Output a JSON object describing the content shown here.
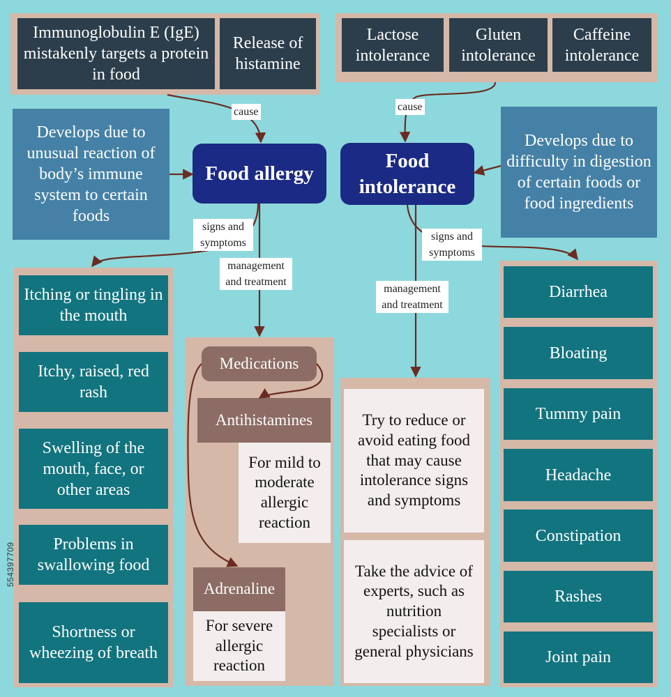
{
  "allergy_causes": [
    "Immunoglobulin E (IgE) mistakenly targets a protein in food",
    "Release of histamine"
  ],
  "intolerance_causes": [
    "Lactose intolerance",
    "Gluten intolerance",
    "Caffeine intolerance"
  ],
  "food_allergy": {
    "title": "Food allergy",
    "description": "Develops due to unusual reaction of body’s immune system to certain foods",
    "symptoms": [
      "Itching or tingling in the mouth",
      "Itchy, raised, red rash",
      "Swelling of the mouth, face, or other areas",
      "Problems in swallowing food",
      "Shortness or wheezing of breath"
    ],
    "medications": "Medications",
    "antihistamines": "Antihistamines",
    "antihistamines_note": "For mild to moderate allergic reaction",
    "adrenaline": "Adrenaline",
    "adrenaline_note": "For severe allergic reaction"
  },
  "food_intolerance": {
    "title": "Food intolerance",
    "description": "Develops due to difficulty in digestion of certain foods or food ingredients",
    "management": [
      "Try to reduce or avoid eating food that may cause intolerance signs and symptoms",
      "Take the advice of experts, such as nutrition specialists or general physicians"
    ],
    "symptoms": [
      "Diarrhea",
      "Bloating",
      "Tummy pain",
      "Headache",
      "Constipation",
      "Rashes",
      "Joint pain"
    ]
  },
  "labels": {
    "cause": "cause",
    "signs_and_symptoms": "signs and symptoms",
    "management_and_treatment": "management and treatment"
  },
  "stock_id": "554397709",
  "colors": {
    "background": "#8dd8dc",
    "panel": "#d5b8a8",
    "dark_box": "#2c3e4c",
    "description_box": "#4581a6",
    "main_box": "#1b2a85",
    "symptom_box": "#12747f",
    "treatment_box": "#8c6c64",
    "note_box": "#f3eeed",
    "arrow": "#6b2b22"
  }
}
